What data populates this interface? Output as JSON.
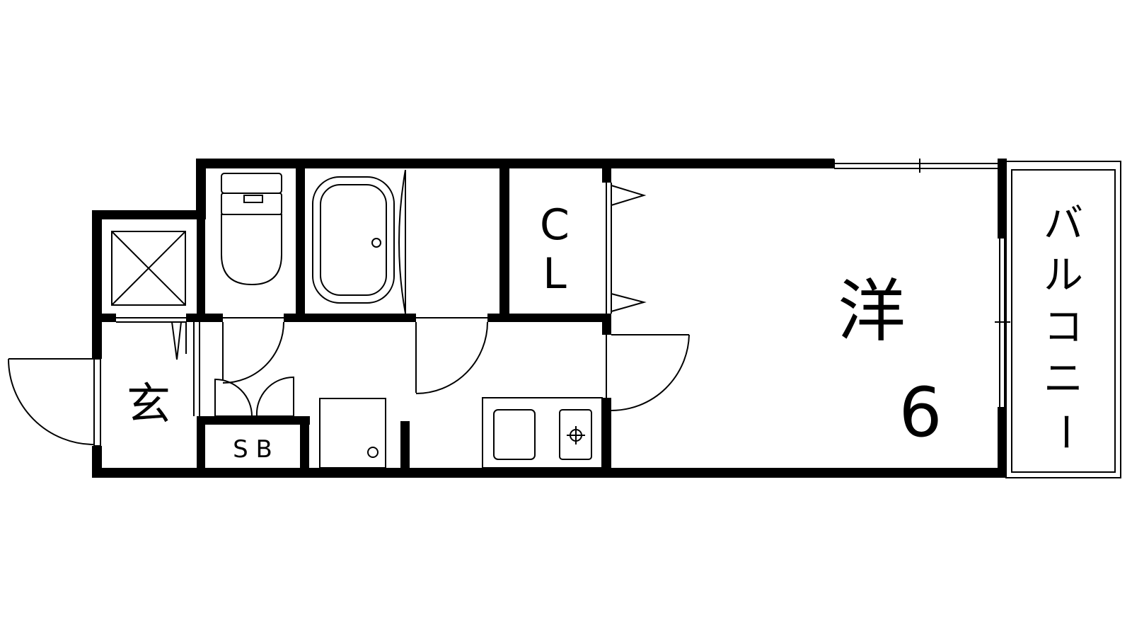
{
  "floor_plan": {
    "labels": {
      "western_room": "洋",
      "western_room_size": "6",
      "closet_line1": "C",
      "closet_line2": "L",
      "entrance": "玄",
      "shoe_box": "S B",
      "balcony": [
        "バ",
        "ル",
        "コ",
        "ニ",
        "ー"
      ]
    },
    "colors": {
      "wall": "#000000",
      "background": "#ffffff"
    }
  }
}
